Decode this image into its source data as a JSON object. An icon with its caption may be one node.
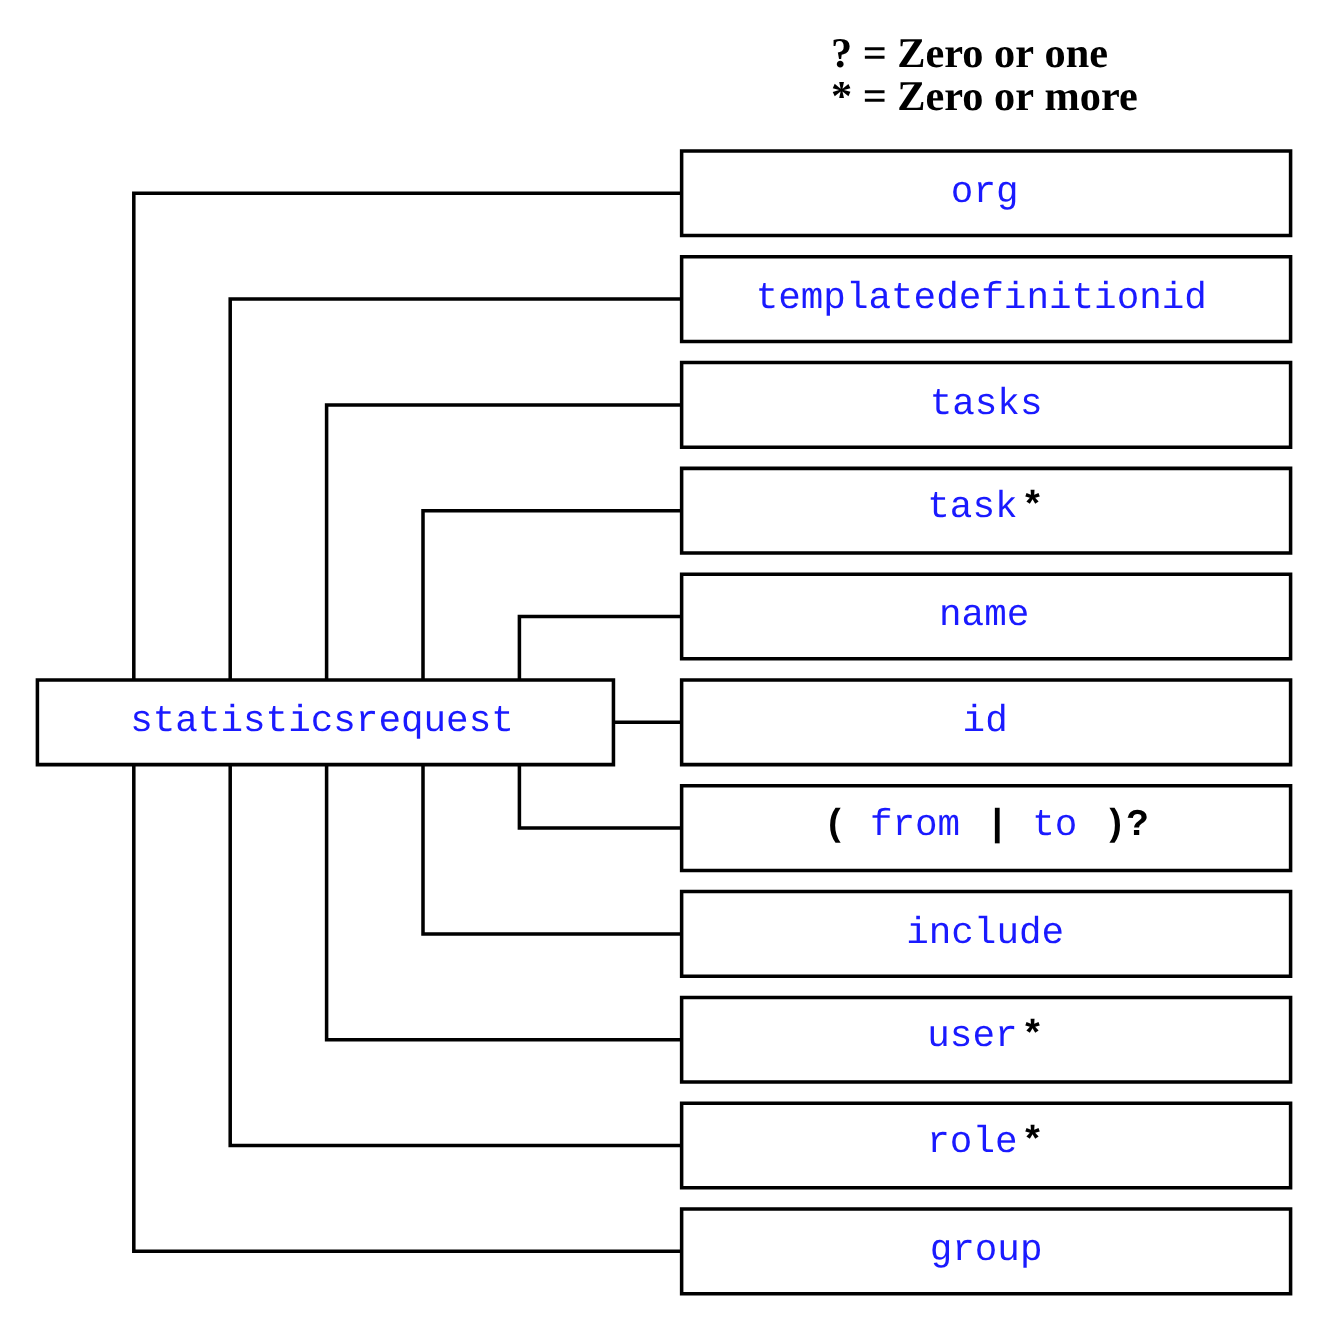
{
  "diagram": {
    "nodes": [
      {
        "text": [
          "statisticsrequest"
        ]
      },
      {
        "text": [
          "org"
        ]
      },
      {
        "text": [
          "templatedefinitionid"
        ]
      },
      {
        "text": [
          "tasks"
        ]
      },
      {
        "text": [
          "task*"
        ]
      },
      {
        "text": [
          "name"
        ]
      },
      {
        "text": [
          "id"
        ]
      },
      {
        "text": [
          "( from | to )?"
        ]
      },
      {
        "text": [
          "include"
        ]
      },
      {
        "text": [
          "user*"
        ]
      },
      {
        "text": [
          "role*"
        ]
      },
      {
        "text": [
          "group"
        ]
      }
    ],
    "edges": [
      {
        "from": 0,
        "to": 1,
        "arrow": "none"
      },
      {
        "from": 0,
        "to": 2,
        "arrow": "none"
      },
      {
        "from": 0,
        "to": 3,
        "arrow": "none"
      },
      {
        "from": 0,
        "to": 4,
        "arrow": "none"
      },
      {
        "from": 0,
        "to": 5,
        "arrow": "none"
      },
      {
        "from": 0,
        "to": 6,
        "arrow": "none"
      },
      {
        "from": 0,
        "to": 7,
        "arrow": "none"
      },
      {
        "from": 0,
        "to": 8,
        "arrow": "none"
      },
      {
        "from": 0,
        "to": 9,
        "arrow": "none"
      },
      {
        "from": 0,
        "to": 10,
        "arrow": "none"
      },
      {
        "from": 0,
        "to": 11,
        "arrow": "none"
      }
    ],
    "labels": [
      "? = Zero or one",
      "* = Zero or more"
    ]
  }
}
